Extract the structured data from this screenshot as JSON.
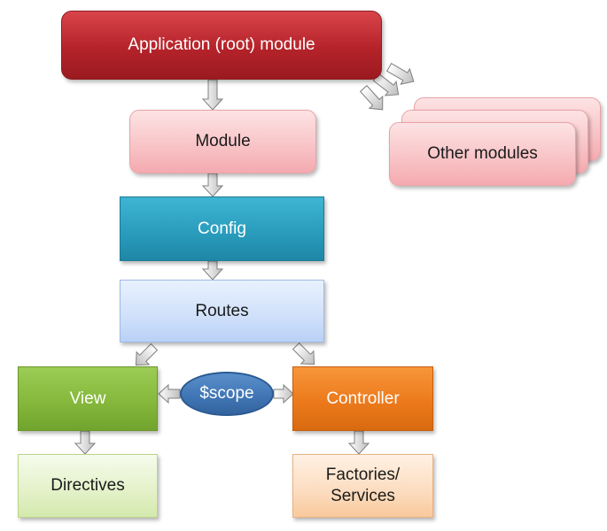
{
  "diagram": {
    "root": "Application (root) module",
    "module": "Module",
    "other_modules": "Other modules",
    "config": "Config",
    "routes": "Routes",
    "view": "View",
    "scope": "$scope",
    "controller": "Controller",
    "directives": "Directives",
    "factories_line1": "Factories/",
    "factories_line2": "Services"
  },
  "colors": {
    "root": "#b5232a",
    "module": "#f8c2c5",
    "config": "#2a9dbd",
    "routes": "#cfe0fa",
    "view": "#85b83b",
    "controller": "#ec7a1c",
    "directives": "#e3f1c8",
    "factories": "#fcdcbf",
    "scope": "#3f74b3",
    "arrow": "#d9d9d9"
  }
}
